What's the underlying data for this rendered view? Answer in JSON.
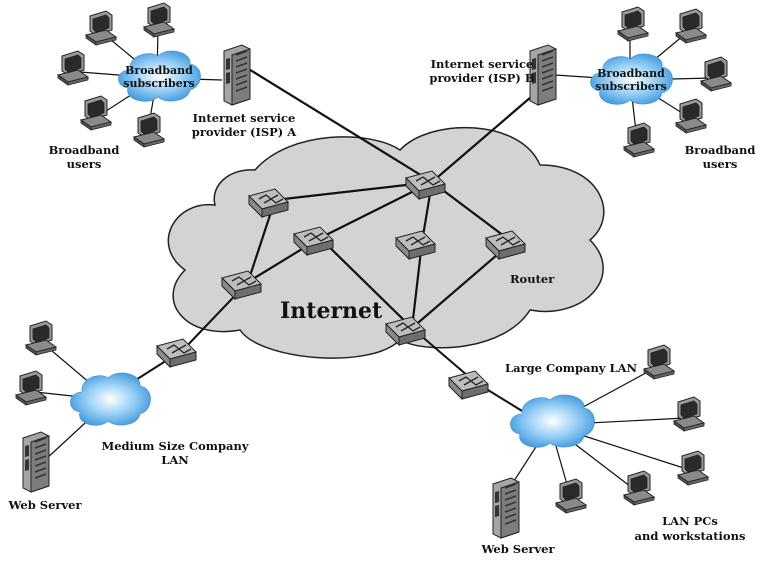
{
  "title": "",
  "labels": {
    "internet": "Internet",
    "isp_a": [
      "Internet service",
      "provider (ISP) A"
    ],
    "isp_b": [
      "Internet service",
      "provider (ISP) B"
    ],
    "broadband_subscribers_left": [
      "Broadband",
      "subscribers"
    ],
    "broadband_subscribers_right": [
      "Broadband",
      "subscribers"
    ],
    "broadband_users_left": [
      "Broadband",
      "users"
    ],
    "broadband_users_right": [
      "Broadband",
      "users"
    ],
    "router": "Router",
    "large_company_lan": "Large Company LAN",
    "medium_company_lan": [
      "Medium Size Company",
      "LAN"
    ],
    "web_server_left": "Web Server",
    "web_server_right": "Web Server",
    "lan_pcs": [
      "LAN PCs",
      "and workstations"
    ]
  },
  "colors": {
    "internet_cloud": "#d2d2d2",
    "lan_cloud": "#4aa8e8",
    "line": "#111111",
    "device": "#9a9a9a"
  },
  "icons": [
    "router-icon",
    "server-icon",
    "computer-icon",
    "cloud-icon"
  ]
}
